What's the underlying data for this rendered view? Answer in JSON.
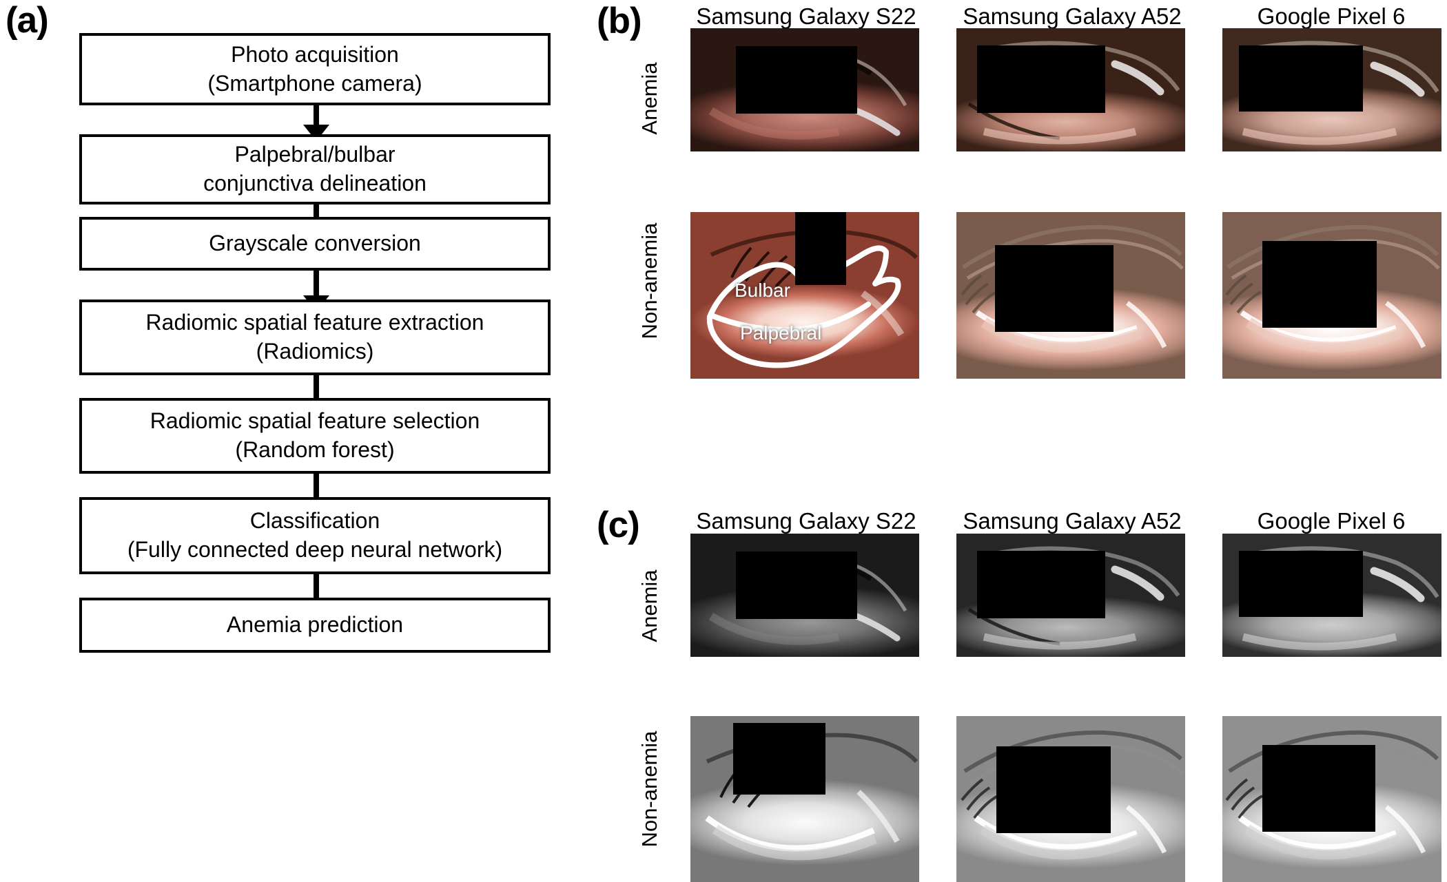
{
  "panels": {
    "a": {
      "letter": "(a)"
    },
    "b": {
      "letter": "(b)"
    },
    "c": {
      "letter": "(c)"
    }
  },
  "flowchart": {
    "steps": [
      {
        "line1": "Photo acquisition",
        "line2": "(Smartphone camera)"
      },
      {
        "line1": "Palpebral/bulbar",
        "line2": "conjunctiva delineation"
      },
      {
        "line1": "Grayscale conversion",
        "line2": ""
      },
      {
        "line1": "Radiomic spatial feature extraction",
        "line2": "(Radiomics)"
      },
      {
        "line1": "Radiomic spatial feature selection",
        "line2": "(Random forest)"
      },
      {
        "line1": "Classification",
        "line2": "(Fully connected deep neural network)"
      },
      {
        "line1": "Anemia prediction",
        "line2": ""
      }
    ]
  },
  "devices": {
    "columns": [
      "Samsung Galaxy S22",
      "Samsung Galaxy A52",
      "Google Pixel 6"
    ]
  },
  "rows": {
    "labels": [
      "Anemia",
      "Non-anemia"
    ]
  },
  "annotations": {
    "bulbar": "Bulbar",
    "palpebral": "Palpebral"
  },
  "colors": {
    "outline": "#000000",
    "redaction": "#000000",
    "delineation": "#ffffff",
    "background": "#ffffff"
  }
}
